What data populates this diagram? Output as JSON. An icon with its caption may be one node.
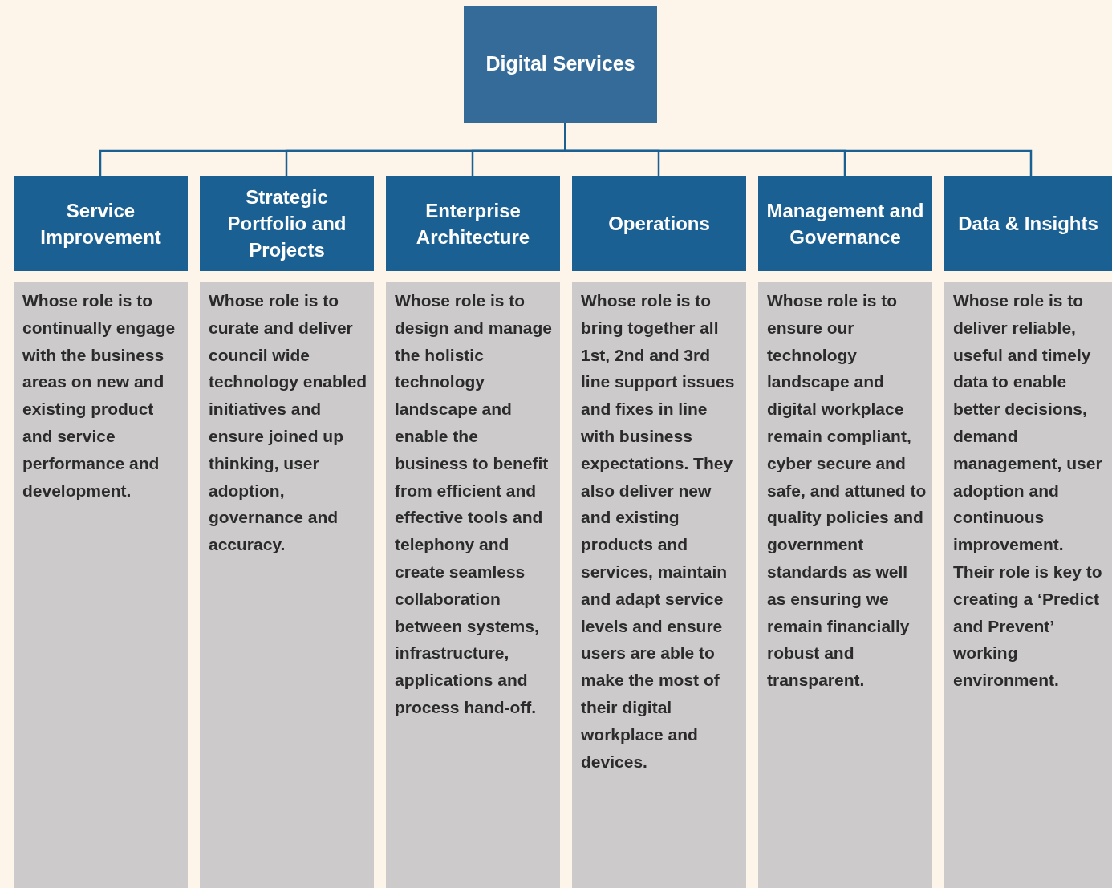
{
  "diagram": {
    "nodes": [
      {
        "text": [
          "Digital Services"
        ]
      },
      {
        "text": [
          "Service Improvement"
        ]
      },
      {
        "text": [
          "Strategic Portfolio and Projects"
        ]
      },
      {
        "text": [
          "Enterprise Architecture"
        ]
      },
      {
        "text": [
          "Operations"
        ]
      },
      {
        "text": [
          "Management and Governance"
        ]
      },
      {
        "text": [
          "Data & Insights"
        ]
      },
      {
        "text": [
          "Whose role is to continually engage with the business areas on new and existing product and service performance and development."
        ]
      },
      {
        "text": [
          "Whose role is to curate and deliver council wide technology enabled initiatives and ensure joined up thinking, user adoption, governance and accuracy."
        ]
      },
      {
        "text": [
          "Whose role is to design and manage the holistic technology landscape and enable the business to benefit from efficient and effective tools and telephony and create seamless collaboration between systems, infrastructure, applications and process hand-off."
        ]
      },
      {
        "text": [
          "Whose role is to bring together all 1st, 2nd and 3rd line support issues and fixes in line with business expectations. They also deliver new and existing products and services, maintain and adapt service levels and ensure users are able to make the most of their digital workplace and devices."
        ]
      },
      {
        "text": [
          "Whose role is to ensure our technology landscape and digital workplace remain compliant, cyber secure and safe, and attuned to quality policies and government standards as well as ensuring we remain financially robust and transparent."
        ]
      },
      {
        "text": [
          "Whose role is to deliver reliable, useful and timely data to enable better decisions, demand management, user adoption and continuous improvement. Their role is key to creating a ‘Predict and Prevent’ working environment."
        ]
      }
    ],
    "edges": [
      {
        "from": 0,
        "to": 1,
        "arrow": "none"
      },
      {
        "from": 0,
        "to": 2,
        "arrow": "none"
      },
      {
        "from": 0,
        "to": 3,
        "arrow": "none"
      },
      {
        "from": 0,
        "to": 4,
        "arrow": "none"
      },
      {
        "from": 0,
        "to": 5,
        "arrow": "none"
      },
      {
        "from": 0,
        "to": 6,
        "arrow": "none"
      }
    ]
  }
}
